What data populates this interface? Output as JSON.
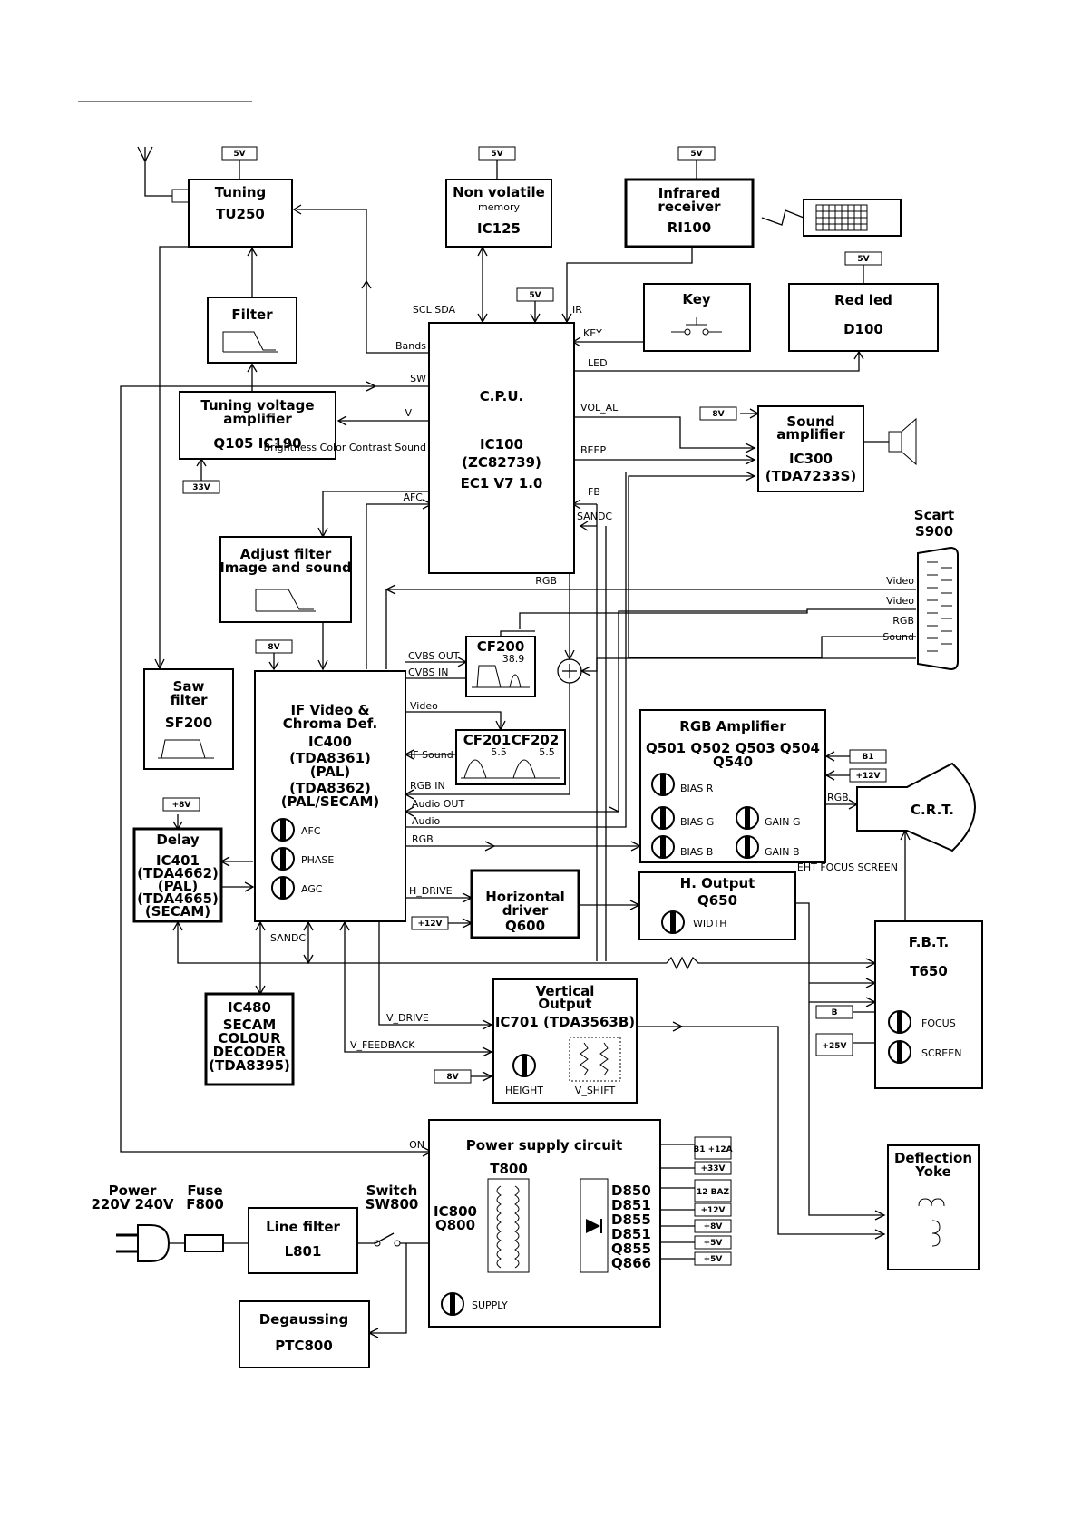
{
  "blocks": {
    "tuning": {
      "title": "Tuning",
      "id": "TU250",
      "tag": "5V"
    },
    "nvm": {
      "title": "Non volatile",
      "title2": "memory",
      "id": "IC125",
      "tag": "5V"
    },
    "ir": {
      "title": "Infrared",
      "title2": "receiver",
      "id": "RI100",
      "tag": "5V"
    },
    "key": {
      "title": "Key"
    },
    "led": {
      "title": "Red led",
      "id": "D100",
      "tag": "5V"
    },
    "filter": {
      "title": "Filter"
    },
    "tva": {
      "title": "Tuning voltage",
      "title2": "amplifier",
      "id": "Q105 IC190",
      "tag": "33V"
    },
    "cpu": {
      "title": "C.P.U.",
      "id": "IC100",
      "id2": "(ZC82739)",
      "id3": "EC1 V7 1.0",
      "tag": "5V"
    },
    "sound": {
      "title": "Sound",
      "title2": "amplifier",
      "id": "IC300",
      "id2": "(TDA7233S)",
      "tag": "8V"
    },
    "adjust": {
      "title": "Adjust filter",
      "title2": "Image and sound"
    },
    "scart": {
      "title": "Scart",
      "id": "S900"
    },
    "cf200": {
      "title": "CF200",
      "sub": "38.9"
    },
    "cf201": {
      "title": "CF201",
      "sub": "5.5"
    },
    "cf202": {
      "title": "CF202",
      "sub": "5.5"
    },
    "saw": {
      "title": "Saw",
      "title2": "filter",
      "id": "SF200"
    },
    "ic400": {
      "title": "IF Video &",
      "title2": "Chroma Def.",
      "id": "IC400",
      "id2": "(TDA8361)",
      "id3": "(PAL)",
      "id4": "(TDA8362)",
      "id5": "(PAL/SECAM)",
      "tag": "8V",
      "pot1": "AFC",
      "pot2": "PHASE",
      "pot3": "AGC"
    },
    "rgb": {
      "title": "RGB Amplifier",
      "ids": "Q501 Q502 Q503 Q504",
      "id2": "Q540",
      "pot1": "BIAS R",
      "pot2": "BIAS G",
      "pot3": "BIAS B",
      "pot4": "GAIN G",
      "pot5": "GAIN B",
      "tag": "B1",
      "tag2": "+12V"
    },
    "crt": {
      "title": "C.R.T."
    },
    "delay": {
      "title": "Delay",
      "id": "IC401",
      "id2": "(TDA4662)",
      "id3": "(PAL)",
      "id4": "(TDA4665)",
      "id5": "(SECAM)",
      "tag": "+8V"
    },
    "hdrv": {
      "title": "Horizontal",
      "title2": "driver",
      "id": "Q600",
      "tag": "+12V"
    },
    "hout": {
      "title": "H. Output",
      "id": "Q650",
      "pot": "WIDTH"
    },
    "fbt": {
      "title": "F.B.T.",
      "id": "T650",
      "pot1": "FOCUS",
      "pot2": "SCREEN",
      "tag": "B",
      "tag2": "+25V"
    },
    "secam": {
      "title": "IC480",
      "title2": "SECAM",
      "title3": "COLOUR",
      "title4": "DECODER",
      "title5": "(TDA8395)"
    },
    "vout": {
      "title": "Vertical",
      "title2": "Output",
      "id": "IC701 (TDA3563B)",
      "pot1": "HEIGHT",
      "pot2": "V_SHIFT",
      "tag": "8V"
    },
    "power": {
      "title": "Power supply circuit",
      "id": "T800",
      "id2": "IC800",
      "id3": "Q800",
      "pot": "SUPPLY",
      "diodes": [
        "D850",
        "D851",
        "D855",
        "D851",
        "Q855",
        "Q866"
      ]
    },
    "defl": {
      "title": "Deflection",
      "title2": "Yoke"
    },
    "plug": {
      "title": "Power",
      "title2": "220V 240V"
    },
    "fuse": {
      "title": "Fuse",
      "id": "F800"
    },
    "linefilter": {
      "title": "Line filter",
      "id": "L801"
    },
    "switch": {
      "title": "Switch",
      "id": "SW800"
    },
    "degauss": {
      "title": "Degaussing",
      "id": "PTC800"
    }
  },
  "outputs": [
    "B1 +12A",
    "+33V",
    "12 BAZ",
    "+12V",
    "+8V",
    "+5V",
    "+5V"
  ],
  "signals": {
    "scl_sda": "SCL SDA",
    "ir": "IR",
    "key": "KEY",
    "led": "LED",
    "bands": "Bands",
    "sw": "SW",
    "v": "V",
    "adj": "Brightness Color Contrast Sound",
    "afc": "AFC",
    "vol": "VOL_AL",
    "beep": "BEEP",
    "fb": "FB",
    "sandc": "SANDC",
    "rgb_in": "RGB",
    "video_in": "Video",
    "video_out": "Video",
    "rgb": "RGB",
    "sound": "Sound",
    "cvbs_out": "CVBS OUT",
    "cvbs_in": "CVBS IN",
    "video": "Video",
    "if_sound": "IF Sound",
    "rgb_in2": "RGB IN",
    "audio_out": "Audio OUT",
    "audio": "Audio",
    "rgb_out": "RGB",
    "h_drive": "H_DRIVE",
    "sandc2": "SANDC",
    "v_drive": "V_DRIVE",
    "v_feedback": "V_FEEDBACK",
    "on": "ON",
    "rgb_crt": "RGB",
    "eht": "EHT FOCUS SCREEN"
  }
}
